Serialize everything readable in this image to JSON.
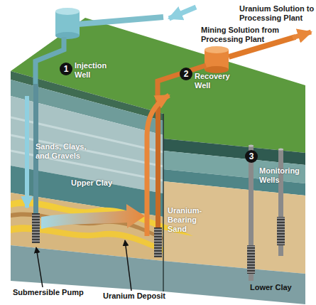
{
  "diagram": {
    "labels": [
      "Mining Solution from Processing Plant",
      "Uranium Solution to Processing Plant",
      "1",
      "Injection Well",
      "2",
      "Recovery Well",
      "Sands, Clays, and Gravels",
      "Upper Clay",
      "3",
      "Monitoring Wells",
      "Uranium-Bearing Sand",
      "Submersible Pump",
      "Uranium Deposit",
      "Lower Clay"
    ]
  }
}
